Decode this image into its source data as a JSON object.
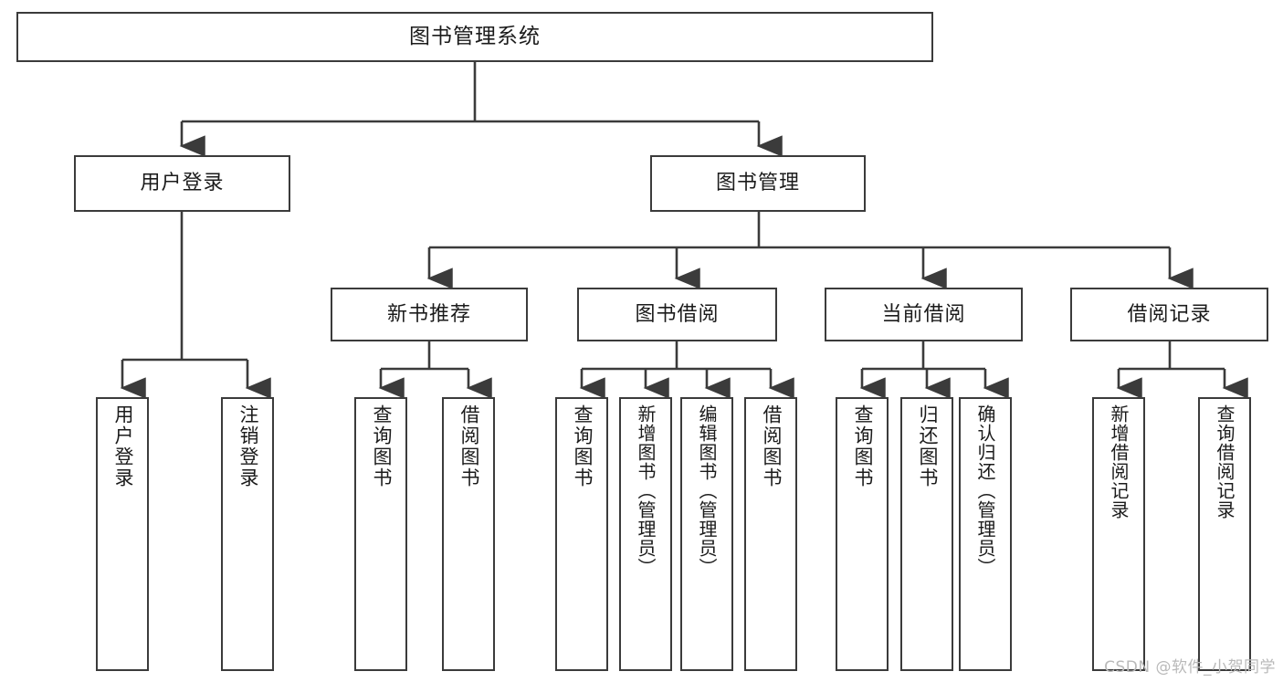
{
  "diagram": {
    "title": "图书管理系统",
    "type": "tree-hierarchy-chart",
    "watermark": "CSDN @软件_小贺同学",
    "colors": {
      "stroke": "#3b3b3b",
      "fill": "#ffffff",
      "text": "#1b1b1b",
      "watermark": "#b9b9b9"
    },
    "root": {
      "label": "图书管理系统"
    },
    "level2": [
      {
        "label": "用户登录"
      },
      {
        "label": "图书管理"
      }
    ],
    "level3": [
      {
        "label": "新书推荐"
      },
      {
        "label": "图书借阅"
      },
      {
        "label": "当前借阅"
      },
      {
        "label": "借阅记录"
      }
    ],
    "leaves": {
      "user_login": [
        {
          "label": "用户登录"
        },
        {
          "label": "注销登录"
        }
      ],
      "new_book_recommend": [
        {
          "label": "查询图书"
        },
        {
          "label": "借阅图书"
        }
      ],
      "book_borrow": [
        {
          "label": "查询图书"
        },
        {
          "label": "新增图书（管理员）"
        },
        {
          "label": "编辑图书（管理员）"
        },
        {
          "label": "借阅图书"
        }
      ],
      "current_borrow": [
        {
          "label": "查询图书"
        },
        {
          "label": "归还图书"
        },
        {
          "label": "确认归还（管理员）"
        }
      ],
      "borrow_record": [
        {
          "label": "新增借阅记录"
        },
        {
          "label": "查询借阅记录"
        }
      ]
    }
  }
}
